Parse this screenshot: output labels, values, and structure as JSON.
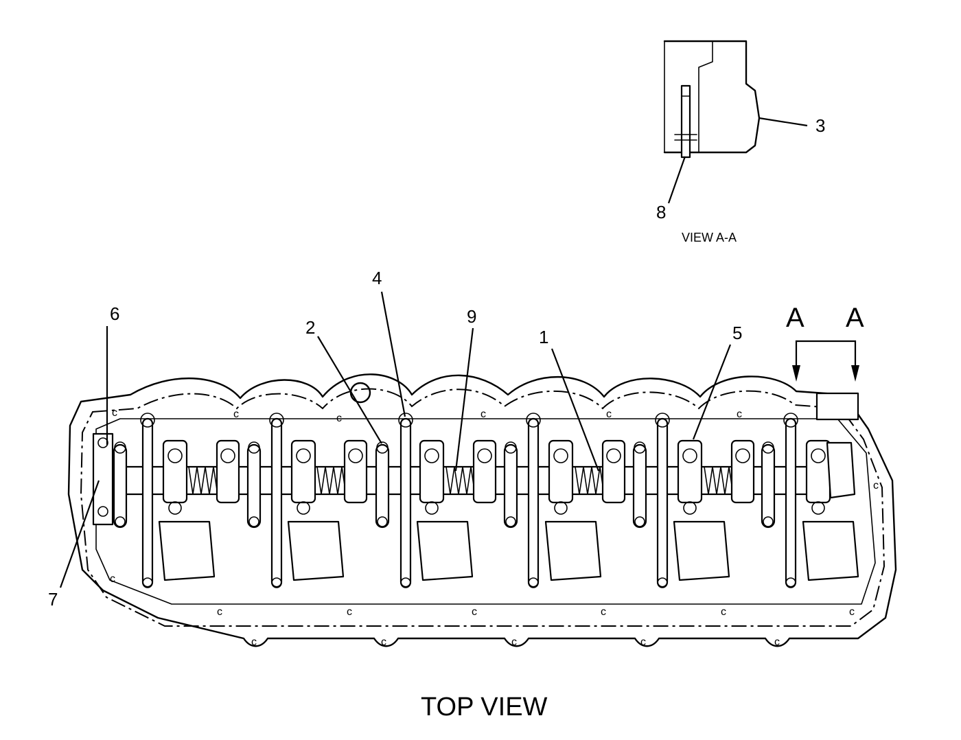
{
  "captions": {
    "section_view": "VIEW A-A",
    "main_view": "TOP VIEW"
  },
  "section_markers": {
    "left": "A",
    "right": "A"
  },
  "callouts": {
    "c1": "1",
    "c2": "2",
    "c3": "3",
    "c4": "4",
    "c5": "5",
    "c6": "6",
    "c7": "7",
    "c8": "8",
    "c9": "9"
  },
  "hole_marks": {
    "label": "c"
  }
}
